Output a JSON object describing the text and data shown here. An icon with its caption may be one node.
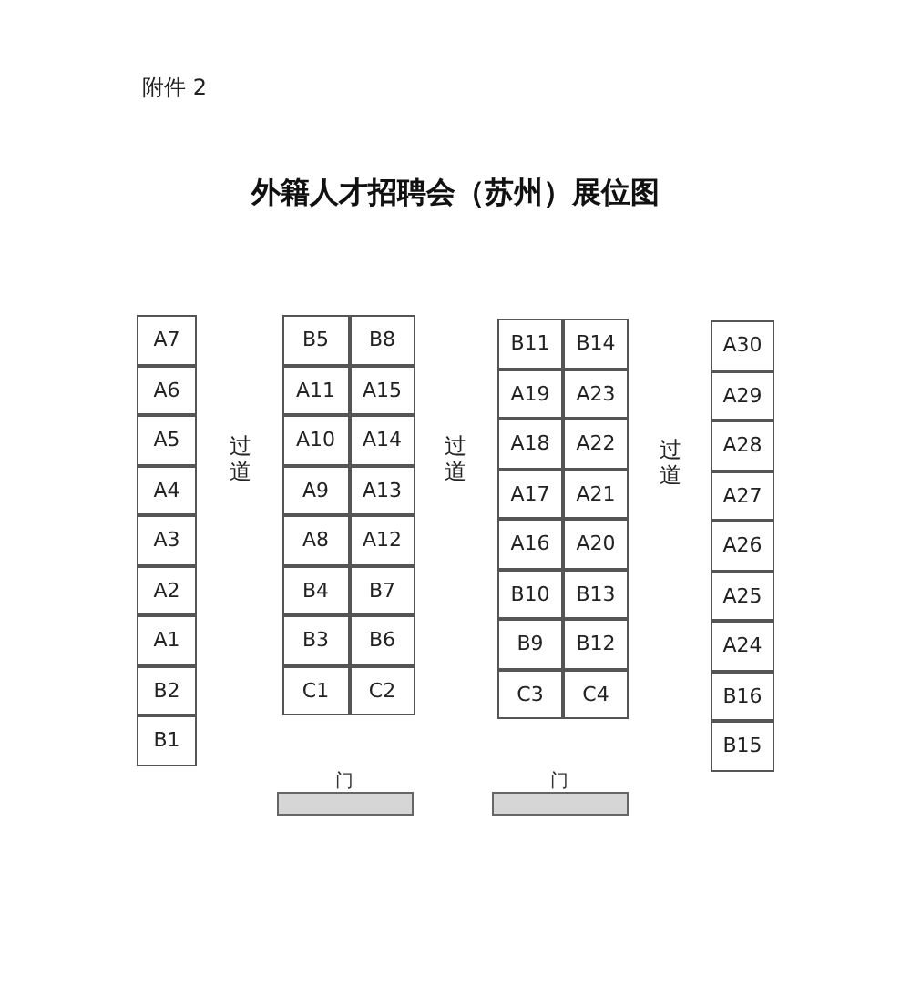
{
  "diagram": {
    "title": "外籍人才招聘会（苏州）展位图",
    "nodes": [
      {
        "text": [
          "A7"
        ]
      },
      {
        "text": [
          "A6"
        ]
      },
      {
        "text": [
          "A5"
        ]
      },
      {
        "text": [
          "A4"
        ]
      },
      {
        "text": [
          "A3"
        ]
      },
      {
        "text": [
          "A2"
        ]
      },
      {
        "text": [
          "A1"
        ]
      },
      {
        "text": [
          "B2"
        ]
      },
      {
        "text": [
          "B1"
        ]
      },
      {
        "text": [
          "B5"
        ]
      },
      {
        "text": [
          "B8"
        ]
      },
      {
        "text": [
          "A11"
        ]
      },
      {
        "text": [
          "A15"
        ]
      },
      {
        "text": [
          "A10"
        ]
      },
      {
        "text": [
          "A14"
        ]
      },
      {
        "text": [
          "A9"
        ]
      },
      {
        "text": [
          "A13"
        ]
      },
      {
        "text": [
          "A8"
        ]
      },
      {
        "text": [
          "A12"
        ]
      },
      {
        "text": [
          "B4"
        ]
      },
      {
        "text": [
          "B7"
        ]
      },
      {
        "text": [
          "B3"
        ]
      },
      {
        "text": [
          "B6"
        ]
      },
      {
        "text": [
          "C1"
        ]
      },
      {
        "text": [
          "C2"
        ]
      },
      {
        "text": [
          "B11"
        ]
      },
      {
        "text": [
          "B14"
        ]
      },
      {
        "text": [
          "A19"
        ]
      },
      {
        "text": [
          "A23"
        ]
      },
      {
        "text": [
          "A18"
        ]
      },
      {
        "text": [
          "A22"
        ]
      },
      {
        "text": [
          "A17"
        ]
      },
      {
        "text": [
          "A21"
        ]
      },
      {
        "text": [
          "A16"
        ]
      },
      {
        "text": [
          "A20"
        ]
      },
      {
        "text": [
          "B10"
        ]
      },
      {
        "text": [
          "B13"
        ]
      },
      {
        "text": [
          "B9"
        ]
      },
      {
        "text": [
          "B12"
        ]
      },
      {
        "text": [
          "C3"
        ]
      },
      {
        "text": [
          "C4"
        ]
      },
      {
        "text": [
          "A30"
        ]
      },
      {
        "text": [
          "A29"
        ]
      },
      {
        "text": [
          "A28"
        ]
      },
      {
        "text": [
          "A27"
        ]
      },
      {
        "text": [
          "A26"
        ]
      },
      {
        "text": [
          "A25"
        ]
      },
      {
        "text": [
          "A24"
        ]
      },
      {
        "text": [
          "B16"
        ]
      },
      {
        "text": [
          "B15"
        ]
      },
      {
        "text": [
          "门"
        ]
      },
      {
        "text": [
          "门"
        ]
      }
    ],
    "edges": [],
    "labels": [
      "附件 2",
      "过道",
      "过道",
      "过道"
    ]
  }
}
